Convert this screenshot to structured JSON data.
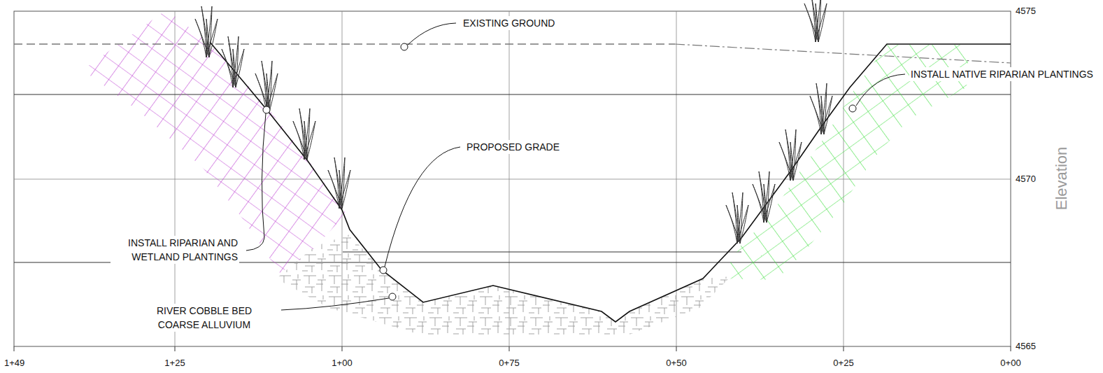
{
  "diagram": {
    "labels": [
      "EXISTING GROUND",
      "PROPOSED GRADE",
      "INSTALL NATIVE RIPARIAN PLANTINGS",
      "INSTALL RIPARIAN AND WETLAND PLANTINGS",
      "RIVER COBBLE BED COARSE ALLUVIUM",
      "4575",
      "4570",
      "4565",
      "Elevation",
      "1+49",
      "1+25",
      "1+00",
      "0+75",
      "0+50",
      "0+25",
      "0+00"
    ]
  }
}
